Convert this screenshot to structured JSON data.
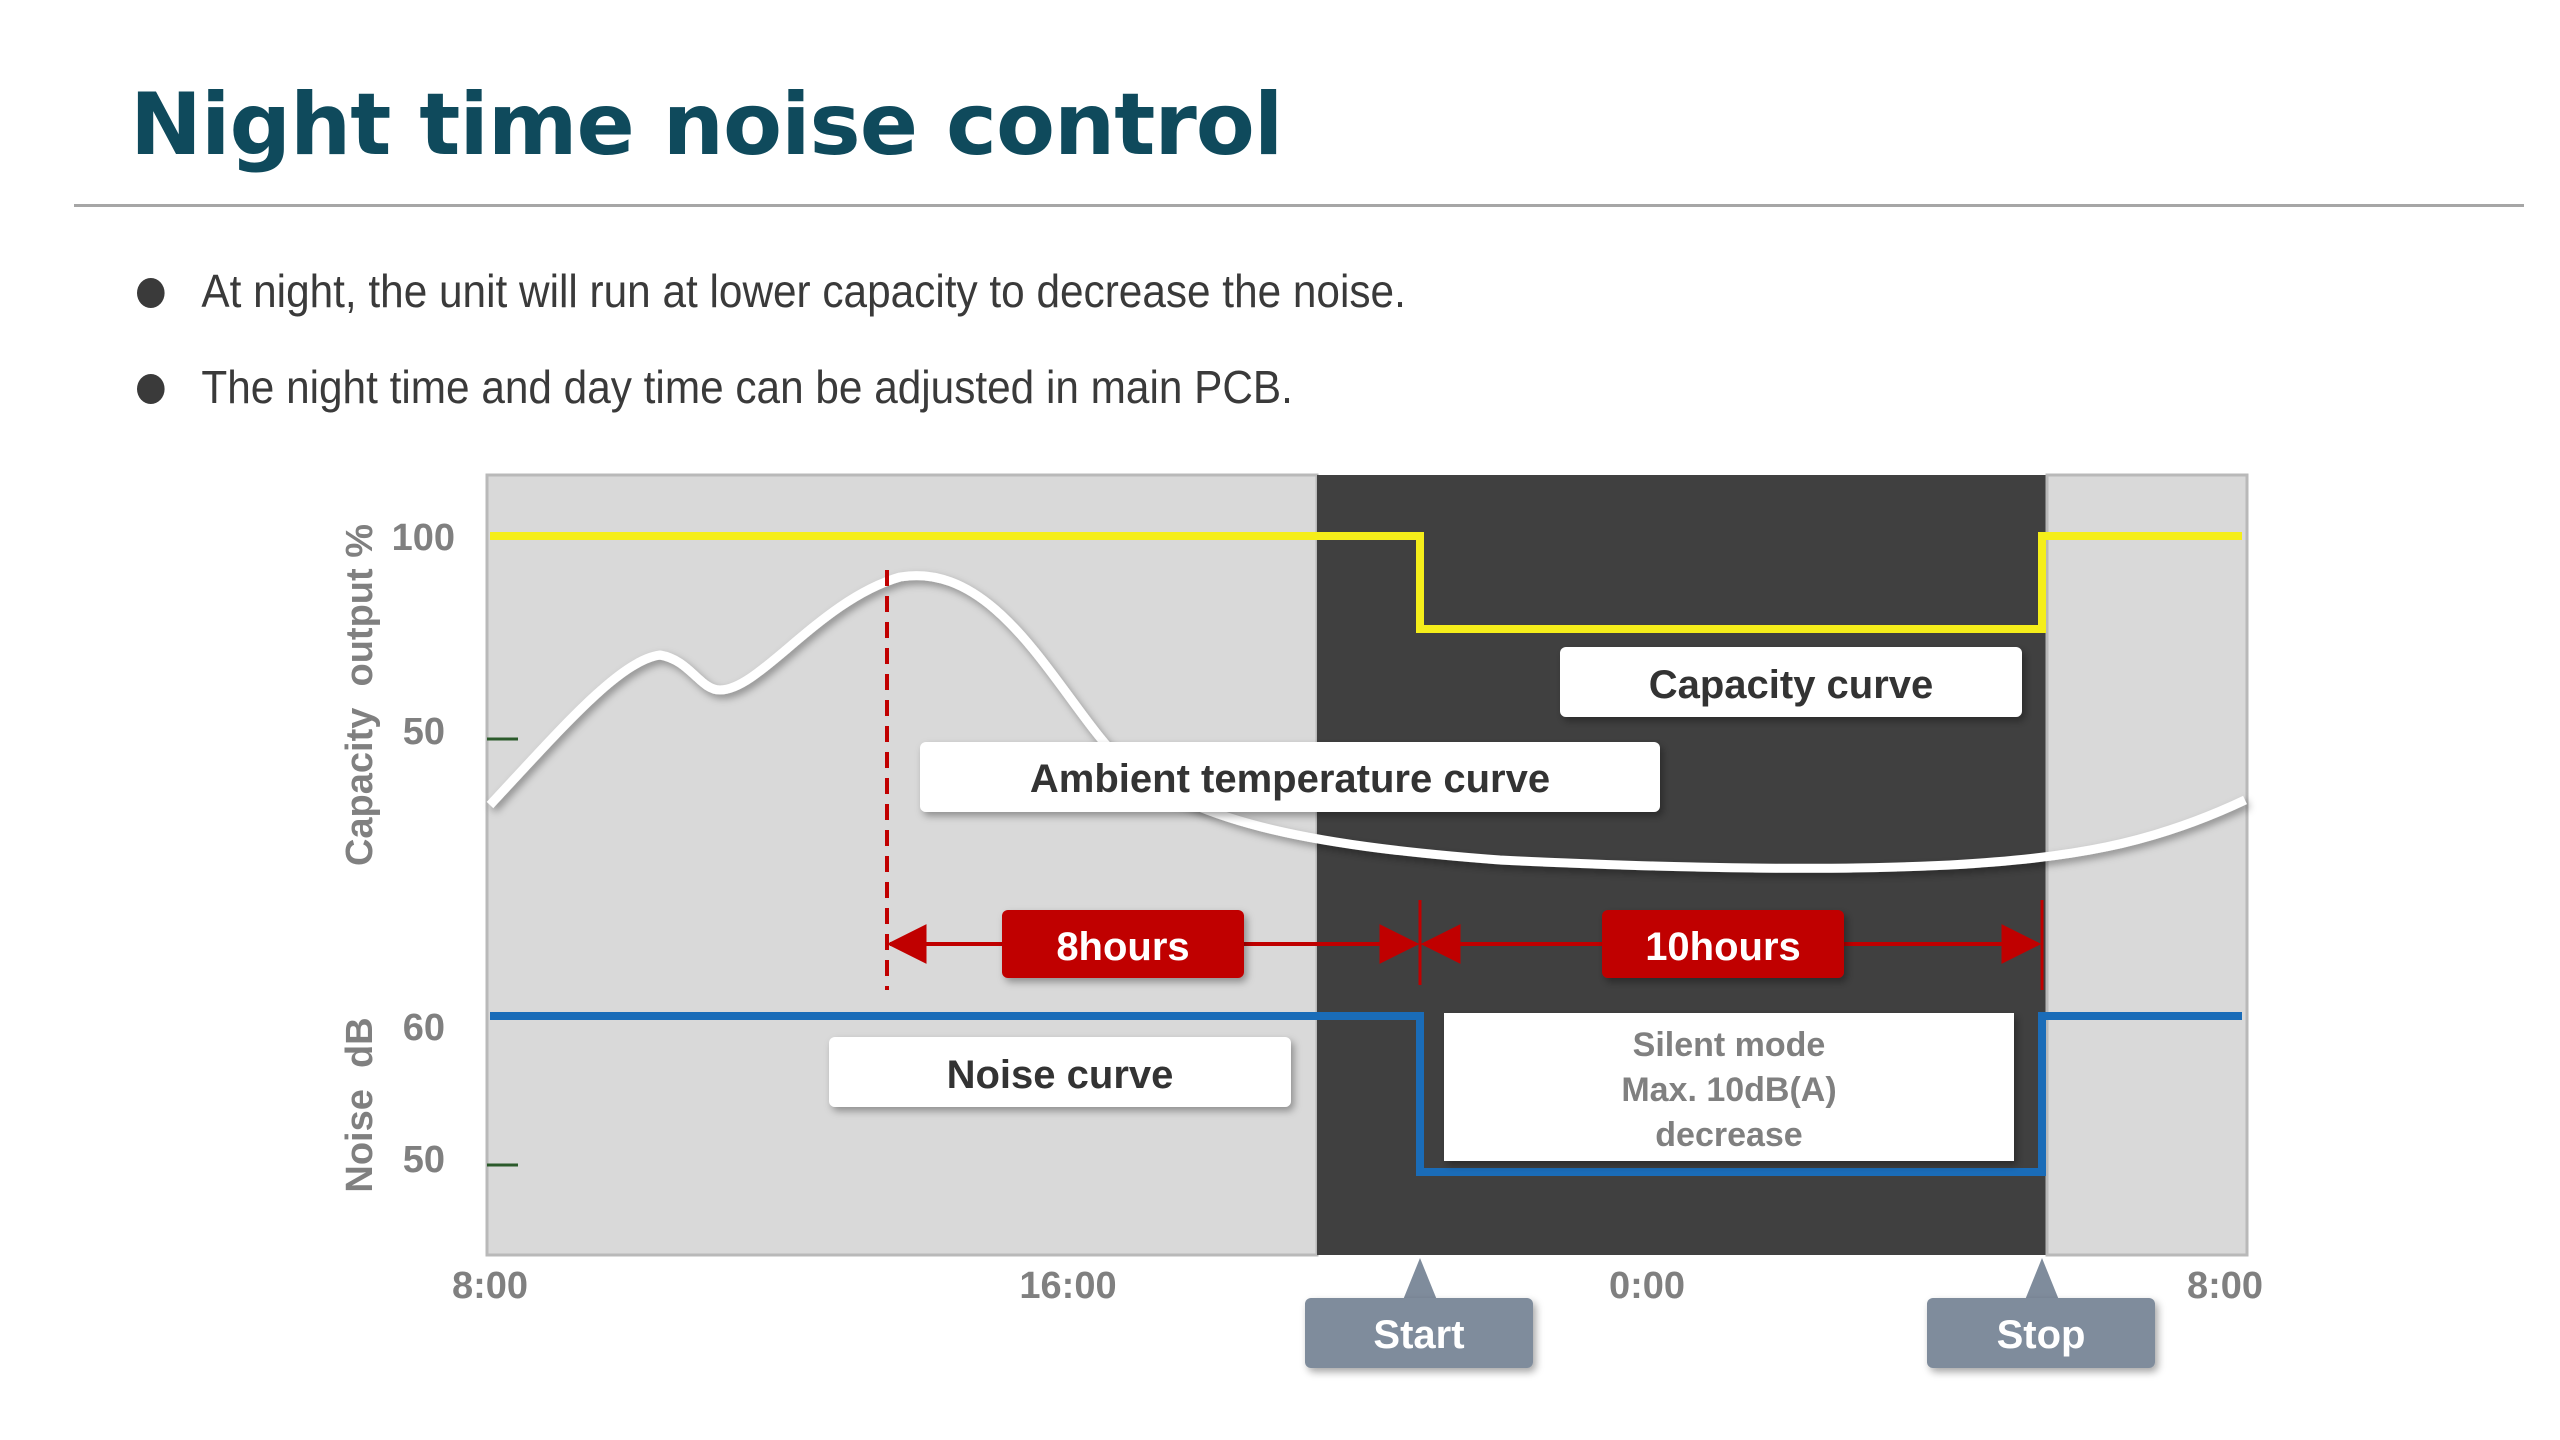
{
  "title": "Night time noise control",
  "bullets": [
    "At night, the unit will run at lower capacity to decrease the noise.",
    "The night time and day time can be adjusted in main PCB."
  ],
  "diagram": {
    "y_axis_capacity_label": "Capacity  output %",
    "y_axis_noise_label": "Noise  dB",
    "capacity_ticks": [
      "100",
      "50"
    ],
    "noise_ticks": [
      "60",
      "50"
    ],
    "x_ticks": [
      "8:00",
      "16:00",
      "0:00",
      "8:00"
    ],
    "capacity_curve_label": "Capacity curve",
    "ambient_curve_label": "Ambient temperature curve",
    "noise_curve_label": "Noise curve",
    "duration_before_start": "8hours",
    "duration_silent": "10hours",
    "silent_mode_lines": [
      "Silent mode",
      "Max. 10dB(A)",
      "decrease"
    ],
    "start_marker": "Start",
    "stop_marker": "Stop",
    "colors": {
      "day_background": "#d9d9d9",
      "night_background": "#404040",
      "capacity_curve": "#f5ee1a",
      "ambient_curve": "#ffffff",
      "noise_curve": "#1a6cb8",
      "duration_marker": "#c00000",
      "marker_badge": "#7f8c9c",
      "axis_text": "#808080"
    }
  }
}
